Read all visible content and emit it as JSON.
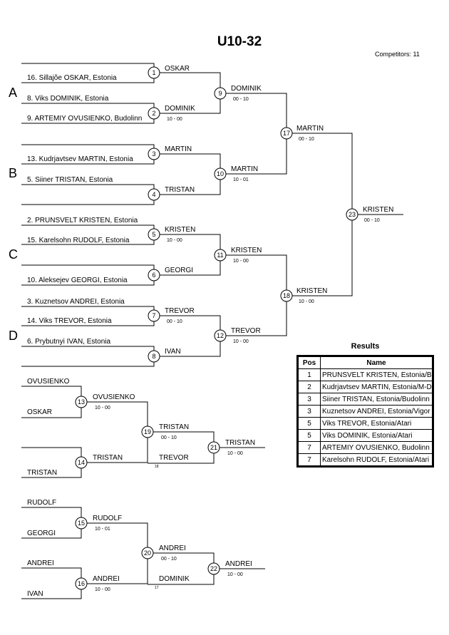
{
  "title": "U10-32",
  "competitors": "Competitors: 11",
  "pools": [
    "A",
    "B",
    "C",
    "D"
  ],
  "entrants": [
    "16. Sillajõe OSKAR, Estonia",
    "8. Viks DOMINIK, Estonia",
    "9. ARTEMIY OVUSIENKO, Budolinn",
    "13. Kudrjavtsev MARTIN, Estonia",
    "5. Siiner TRISTAN, Estonia",
    "2. PRUNSVELT KRISTEN, Estonia",
    "15. Karelsohn RUDOLF, Estonia",
    "10. Aleksejev GEORGI, Estonia",
    "3. Kuznetsov ANDREI, Estonia",
    "14. Viks TREVOR, Estonia",
    "6. Prybutnyi IVAN, Estonia"
  ],
  "matches": [
    {
      "no": "1",
      "winner": "OSKAR",
      "score": ""
    },
    {
      "no": "2",
      "winner": "DOMINIK",
      "score": "10 - 00"
    },
    {
      "no": "3",
      "winner": "MARTIN",
      "score": ""
    },
    {
      "no": "4",
      "winner": "TRISTAN",
      "score": ""
    },
    {
      "no": "5",
      "winner": "KRISTEN",
      "score": "10 - 00"
    },
    {
      "no": "6",
      "winner": "GEORGI",
      "score": ""
    },
    {
      "no": "7",
      "winner": "TREVOR",
      "score": "00 - 10"
    },
    {
      "no": "8",
      "winner": "IVAN",
      "score": ""
    },
    {
      "no": "9",
      "winner": "DOMINIK",
      "score": "00 - 10"
    },
    {
      "no": "10",
      "winner": "MARTIN",
      "score": "10 - 01"
    },
    {
      "no": "11",
      "winner": "KRISTEN",
      "score": "10 - 00"
    },
    {
      "no": "12",
      "winner": "TREVOR",
      "score": "10 - 00"
    },
    {
      "no": "17",
      "winner": "MARTIN",
      "score": "00 - 10"
    },
    {
      "no": "18",
      "winner": "KRISTEN",
      "score": "10 - 00"
    },
    {
      "no": "23",
      "winner": "KRISTEN",
      "score": "00 - 10"
    }
  ],
  "repechage": [
    {
      "entrants": [
        "OVUSIENKO",
        "OSKAR",
        "TRISTAN"
      ],
      "matches": [
        {
          "no": "13",
          "winner": "OVUSIENKO",
          "score": "10 - 00"
        },
        {
          "no": "14",
          "winner": "TRISTAN",
          "score": ""
        },
        {
          "no": "19",
          "winner": "TRISTAN",
          "score": "00 - 10"
        },
        {
          "no": "21",
          "winner": "TRISTAN",
          "score": "10 - 00"
        }
      ],
      "incoming": "TREVOR",
      "incoming_ref": "18"
    },
    {
      "entrants": [
        "RUDOLF",
        "GEORGI",
        "ANDREI",
        "IVAN"
      ],
      "matches": [
        {
          "no": "15",
          "winner": "RUDOLF",
          "score": "10 - 01"
        },
        {
          "no": "16",
          "winner": "ANDREI",
          "score": "10 - 00"
        },
        {
          "no": "20",
          "winner": "ANDREI",
          "score": "00 - 10"
        },
        {
          "no": "22",
          "winner": "ANDREI",
          "score": "10 - 00"
        }
      ],
      "incoming": "DOMINIK",
      "incoming_ref": "17"
    }
  ],
  "results": {
    "title": "Results",
    "headers": [
      "Pos",
      "Name"
    ],
    "rows": [
      {
        "pos": "1",
        "name": "PRUNSVELT KRISTEN, Estonia/Budol"
      },
      {
        "pos": "2",
        "name": "Kudrjavtsev MARTIN, Estonia/M-Dojo"
      },
      {
        "pos": "3",
        "name": "Siiner TRISTAN, Estonia/Budolinn"
      },
      {
        "pos": "3",
        "name": "Kuznetsov ANDREI, Estonia/Vigor"
      },
      {
        "pos": "5",
        "name": "Viks TREVOR, Estonia/Atari"
      },
      {
        "pos": "5",
        "name": "Viks DOMINIK, Estonia/Atari"
      },
      {
        "pos": "7",
        "name": "ARTEMIY OVUSIENKO, Budolinn"
      },
      {
        "pos": "7",
        "name": "Karelsohn RUDOLF, Estonia/Atari"
      }
    ]
  }
}
